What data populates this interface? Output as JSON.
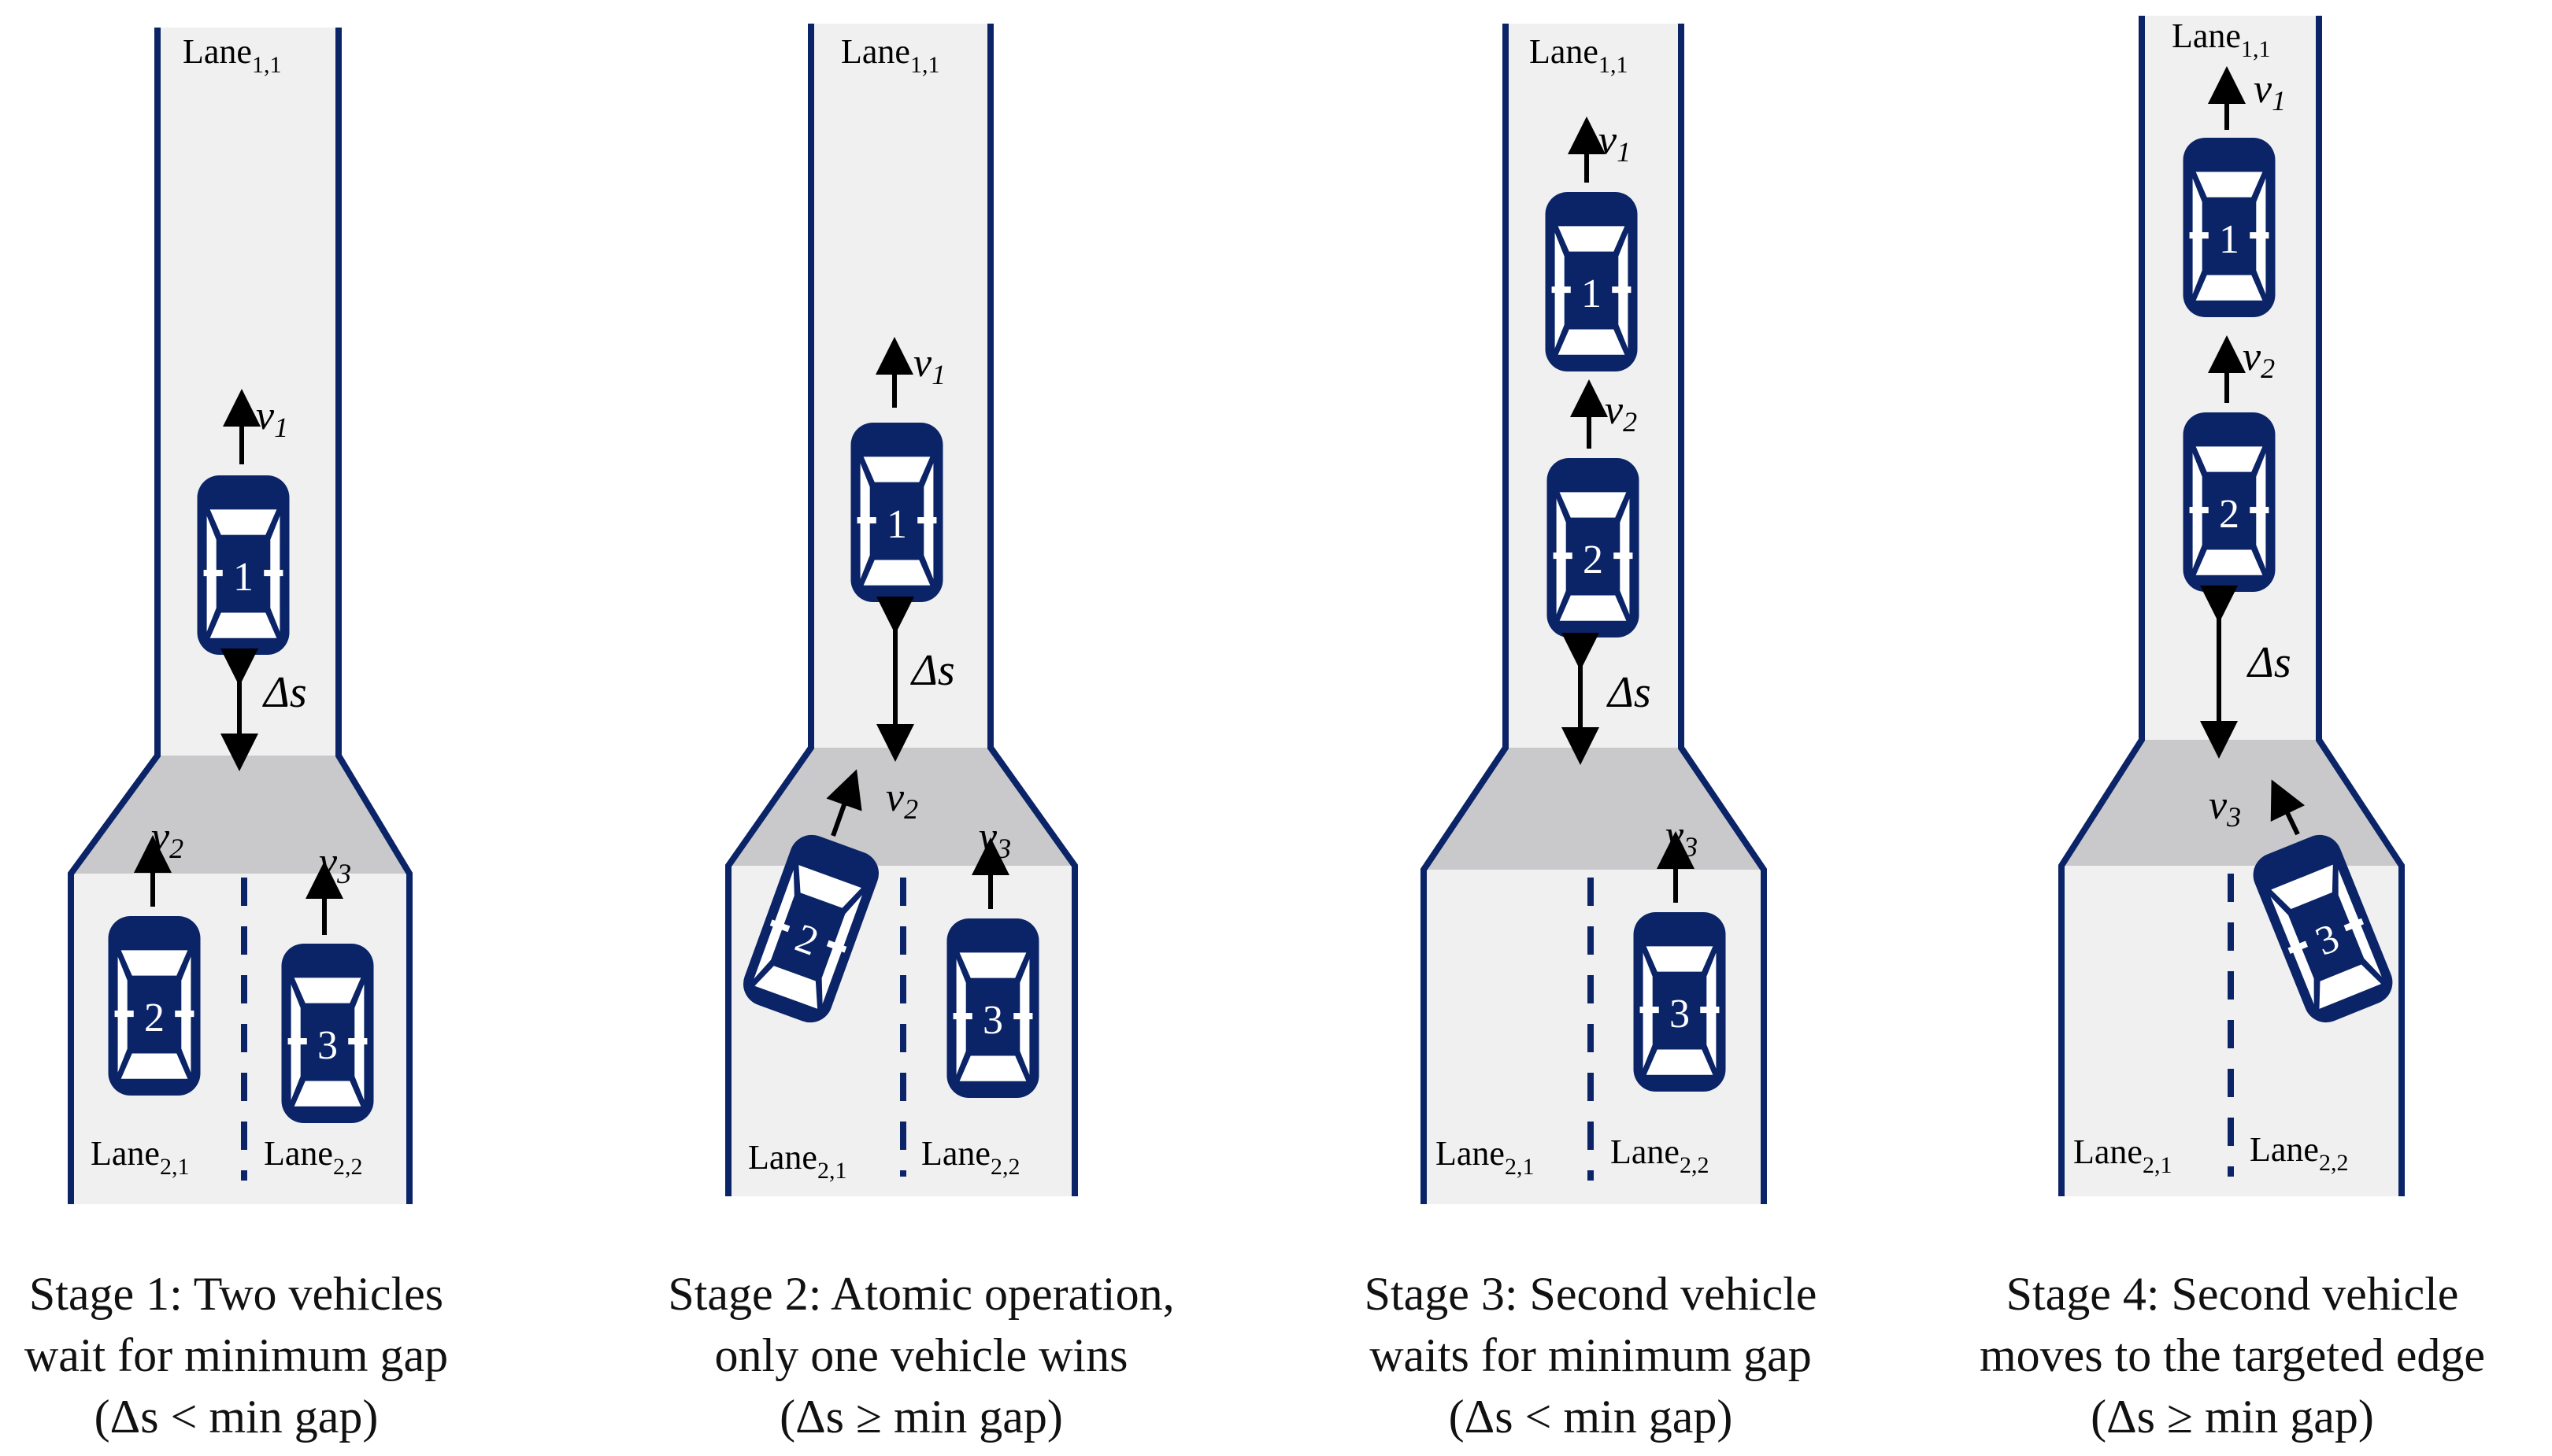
{
  "stages": [
    {
      "lane_top": "Lane",
      "lane_top_sub": "1,1",
      "lane_left": "Lane",
      "lane_left_sub": "2,1",
      "lane_right": "Lane",
      "lane_right_sub": "2,2",
      "v1": "v",
      "v1_sub": "1",
      "v2": "v",
      "v2_sub": "2",
      "v3": "v",
      "v3_sub": "3",
      "delta": "Δs",
      "car1": "1",
      "car2": "2",
      "car3": "3",
      "caption": [
        "Stage 1: Two vehicles",
        "wait for minimum gap",
        "(Δs < min gap)"
      ]
    },
    {
      "lane_top": "Lane",
      "lane_top_sub": "1,1",
      "lane_left": "Lane",
      "lane_left_sub": "2,1",
      "lane_right": "Lane",
      "lane_right_sub": "2,2",
      "v1": "v",
      "v1_sub": "1",
      "v2": "v",
      "v2_sub": "2",
      "v3": "v",
      "v3_sub": "3",
      "delta": "Δs",
      "car1": "1",
      "car2": "2",
      "car3": "3",
      "caption": [
        "Stage 2: Atomic operation,",
        "only one vehicle wins",
        "(Δs ≥ min gap)"
      ]
    },
    {
      "lane_top": "Lane",
      "lane_top_sub": "1,1",
      "lane_left": "Lane",
      "lane_left_sub": "2,1",
      "lane_right": "Lane",
      "lane_right_sub": "2,2",
      "v1": "v",
      "v1_sub": "1",
      "v2": "v",
      "v2_sub": "2",
      "v3": "v",
      "v3_sub": "3",
      "delta": "Δs",
      "car1": "1",
      "car2": "2",
      "car3": "3",
      "caption": [
        "Stage 3: Second vehicle",
        "waits for minimum gap",
        "(Δs < min gap)"
      ]
    },
    {
      "lane_top": "Lane",
      "lane_top_sub": "1,1",
      "lane_left": "Lane",
      "lane_left_sub": "2,1",
      "lane_right": "Lane",
      "lane_right_sub": "2,2",
      "v1": "v",
      "v1_sub": "1",
      "v2": "v",
      "v2_sub": "2",
      "v3": "v",
      "v3_sub": "3",
      "delta": "Δs",
      "car1": "1",
      "car2": "2",
      "car3": "3",
      "caption": [
        "Stage 4: Second vehicle",
        "moves to the targeted edge",
        "(Δs ≥ min gap)"
      ]
    }
  ],
  "colors": {
    "road": "#f0f0f0",
    "merge_area": "#c9c9cb",
    "road_border": "#0b2468",
    "vehicle": "#0b2468",
    "vehicle_detail": "#ffffff",
    "arrow": "#000000"
  },
  "icons": {
    "vehicle": "car-top-view-icon",
    "velocity": "arrow-up-icon",
    "gap": "double-arrow-vertical-icon"
  }
}
